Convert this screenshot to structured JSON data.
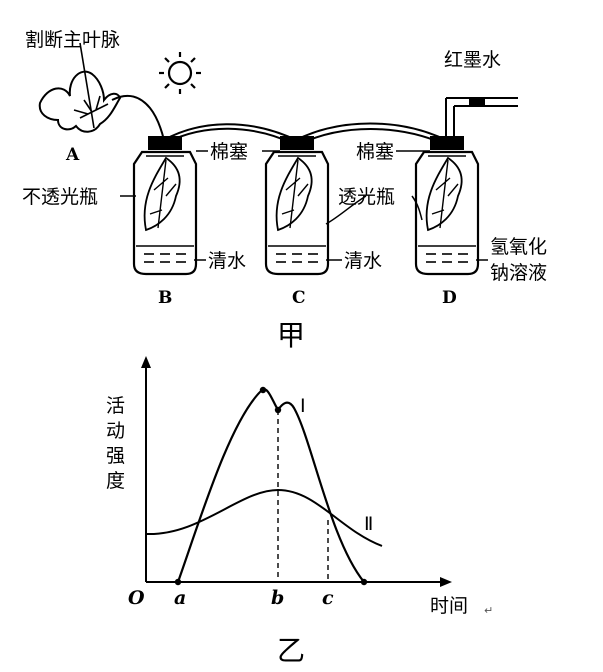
{
  "figure_a": {
    "caption": "甲",
    "labels": {
      "cut_vein": "割断主叶脉",
      "red_ink": "红墨水",
      "stopper_1": "棉塞",
      "stopper_2": "棉塞",
      "opaque_bottle": "不透光瓶",
      "clear_bottle": "透光瓶",
      "water_b": "清水",
      "water_c": "清水",
      "naoh_1": "氢氧化",
      "naoh_2": "钠溶液"
    },
    "letters": {
      "a": "A",
      "b": "B",
      "c": "C",
      "d": "D"
    }
  },
  "figure_b": {
    "caption": "乙",
    "origin": "O",
    "ylabel_chars": [
      "活",
      "动",
      "强",
      "度"
    ],
    "xlabel": "时间",
    "ticks": {
      "a": "a",
      "b": "b",
      "c": "c"
    },
    "series": {
      "I": "Ⅰ",
      "II": "Ⅱ"
    },
    "return_mark": "↵"
  }
}
